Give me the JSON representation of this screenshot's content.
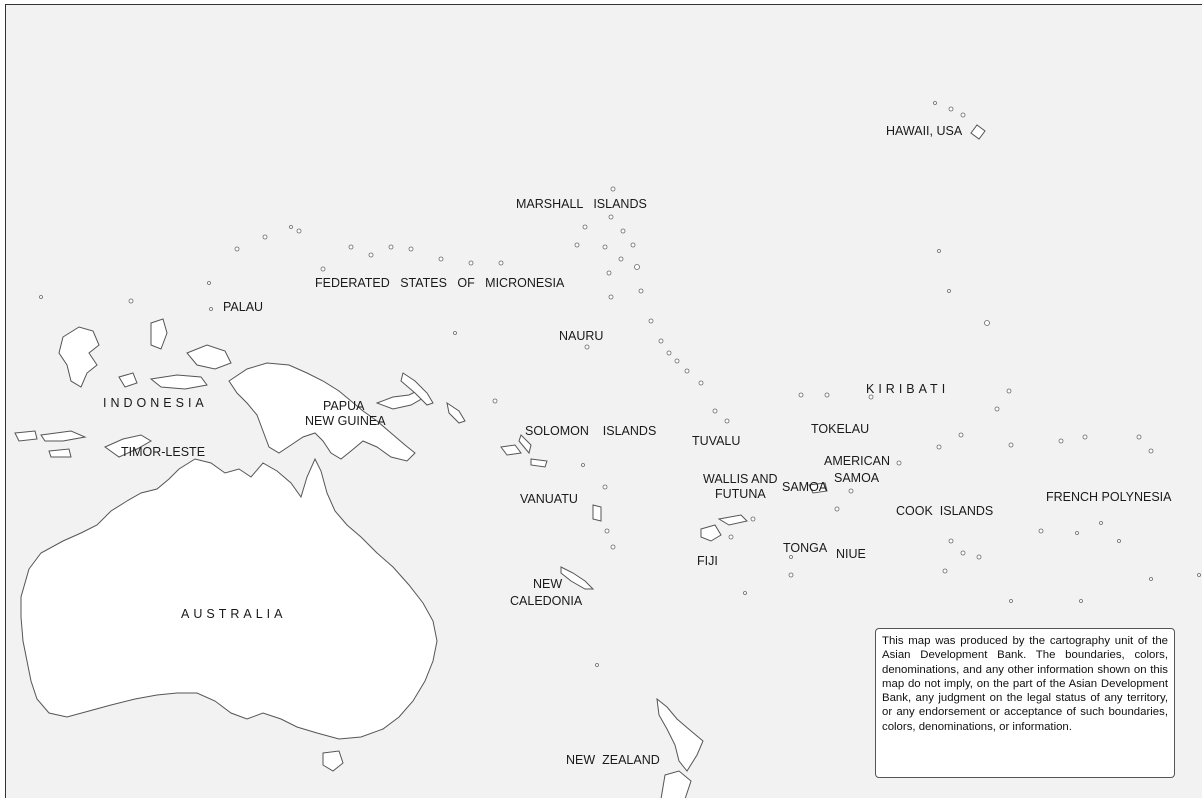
{
  "map": {
    "labels": {
      "hawaii": "HAWAII, USA",
      "marshall": "MARSHALL   ISLANDS",
      "micronesia": "FEDERATED   STATES   OF   MICRONESIA",
      "palau": "PALAU",
      "nauru": "NAURU",
      "kiribati": "KIRIBATI",
      "indonesia": "INDONESIA",
      "png_line1": "PAPUA",
      "png_line2": "NEW GUINEA",
      "solomon": "SOLOMON    ISLANDS",
      "tuvalu": "TUVALU",
      "tokelau": "TOKELAU",
      "timor": "TIMOR-LESTE",
      "american_samoa_line1": "AMERICAN",
      "american_samoa_line2": "SAMOA",
      "wallis_line1": "WALLIS AND",
      "wallis_line2": "FUTUNA",
      "samoa": "SAMOA",
      "vanuatu": "VANUATU",
      "cook": "COOK  ISLANDS",
      "french_polynesia": "FRENCH POLYNESIA",
      "fiji": "FIJI",
      "tonga": "TONGA",
      "niue": "NIUE",
      "new_caledonia_line1": "NEW",
      "new_caledonia_line2": "CALEDONIA",
      "australia": "AUSTRALIA",
      "new_zealand": "NEW  ZEALAND"
    },
    "disclaimer": "This map was produced by the cartography unit of the Asian Development Bank. The boundaries, colors, denominations, and any other information shown on this map do not imply, on the part of the Asian Development Bank, any judgment on the legal status of any territory, or any endorsement or acceptance of such boundaries, colors, denominations, or information."
  },
  "colors": {
    "ocean": "#f2f2f2",
    "land": "#ffffff",
    "outline": "#555555"
  }
}
